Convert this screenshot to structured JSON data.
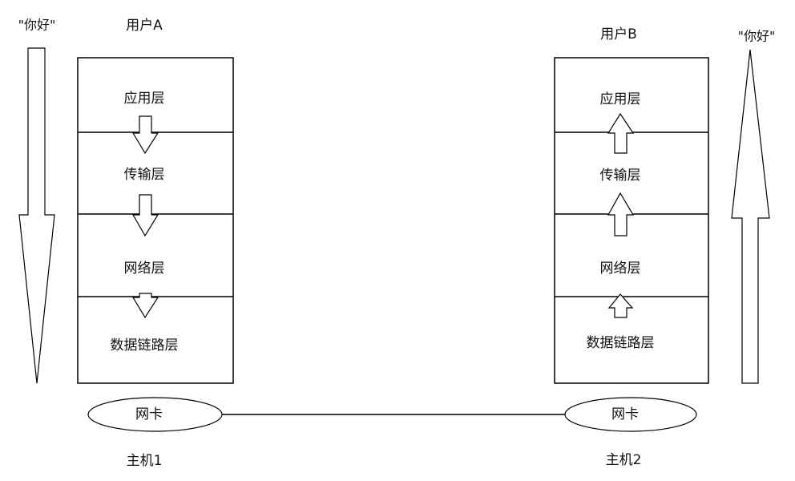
{
  "diagram": {
    "title_left_user": "用户A",
    "title_right_user": "用户B",
    "message_left": "\"你好\"",
    "message_right": "\"你好\"",
    "host_left": "主机1",
    "host_right": "主机2",
    "nic_left": "网卡",
    "nic_right": "网卡",
    "layers_left": [
      "应用层",
      "传输层",
      "网络层",
      "数据链路层"
    ],
    "layers_right": [
      "应用层",
      "传输层",
      "网络层",
      "数据链路层"
    ],
    "left_flow_direction": "down",
    "right_flow_direction": "up",
    "colors": {
      "stroke": "#000000",
      "background": "#ffffff",
      "text": "#111111"
    }
  }
}
